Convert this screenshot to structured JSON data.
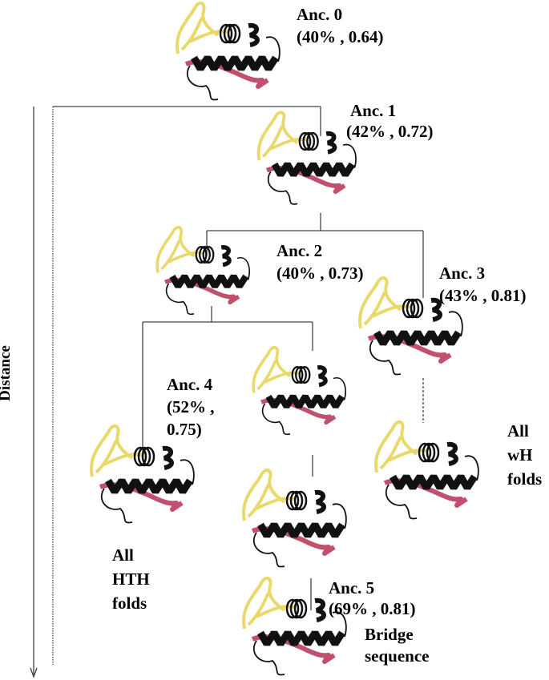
{
  "axis": {
    "label": "Distance"
  },
  "nodes": {
    "anc0": {
      "name": "Anc. 0",
      "stats": "(40% , 0.64)"
    },
    "anc1": {
      "name": "Anc. 1",
      "stats": "(42% , 0.72)"
    },
    "anc2": {
      "name": "Anc. 2",
      "stats": "(40% , 0.73)"
    },
    "anc3": {
      "name": "Anc. 3",
      "stats": "(43% , 0.81)"
    },
    "anc4": {
      "name": "Anc. 4",
      "stats_line1": "(52% ,",
      "stats_line2": "0.75)"
    },
    "anc5": {
      "name": "Anc. 5",
      "stats": "(69% , 0.81)"
    }
  },
  "leaves": {
    "hth": {
      "line1": "All",
      "line2": "HTH",
      "line3": "folds"
    },
    "wh": {
      "line1": "All",
      "line2": "wH",
      "line3": "folds"
    },
    "bridge": {
      "line1": "Bridge",
      "line2": "sequence"
    }
  },
  "colors": {
    "helix": "#111111",
    "strand_yellow": "#e8d96a",
    "pink": "#c0506e",
    "line": "#333333"
  }
}
